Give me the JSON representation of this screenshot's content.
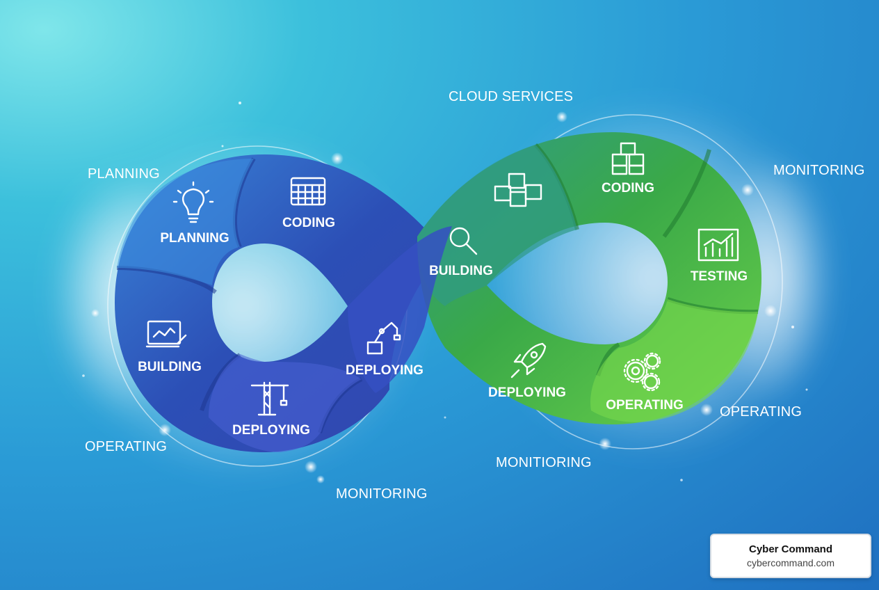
{
  "outer_labels": {
    "cloud": "CLOUD SERVICES",
    "planning": "PLANNING",
    "monitoring_right": "MONITORING",
    "operating_left": "OPERATING",
    "monitoring_bottom": "MONITORING",
    "operating_right": "OPERATING",
    "monitioring": "MONITIORING"
  },
  "left_loop": {
    "planning": "PLANNING",
    "coding": "CODING",
    "building": "BUILDING",
    "deploying_bottom": "DEPLOYING",
    "deploying_center": "DEPLOYING"
  },
  "right_loop": {
    "building": "BUILDING",
    "coding": "CODING",
    "testing": "TESTING",
    "deploying": "DEPLOYING",
    "operating": "OPERATING"
  },
  "icons": [
    "lightbulb-icon",
    "calendar-grid-icon",
    "chart-monitor-icon",
    "tower-crane-icon",
    "robot-arm-icon",
    "magnifier-icon",
    "cubes-icon",
    "cube-stack-icon",
    "bar-chart-icon",
    "rocket-icon",
    "gears-icon"
  ],
  "colors": {
    "left_loop": "#2f4fb8",
    "right_loop": "#3fae4a",
    "background": "#2a9ad6"
  },
  "brand": {
    "name": "Cyber Command",
    "site": "cybercommand.com"
  }
}
